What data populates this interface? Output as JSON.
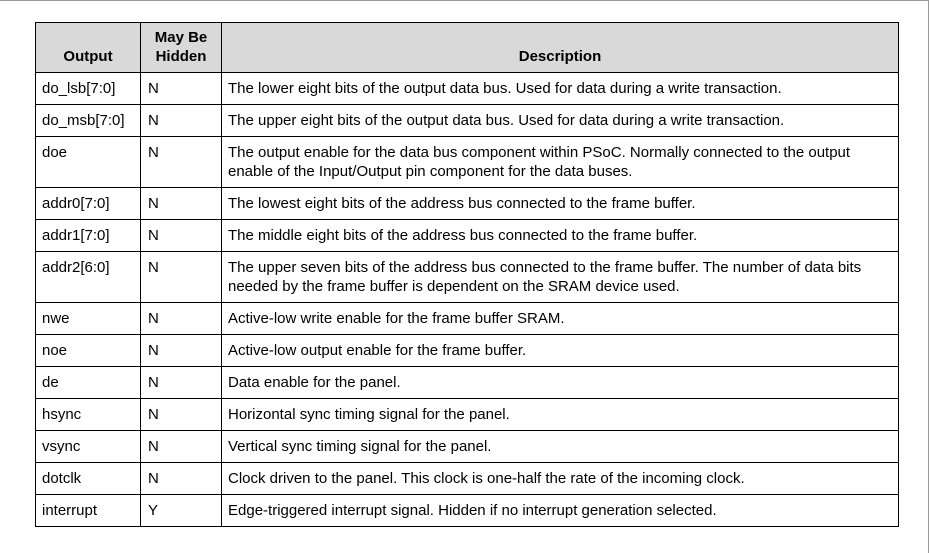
{
  "table": {
    "headers": {
      "output": "Output",
      "hidden_line1": "May Be",
      "hidden_line2": "Hidden",
      "description": "Description"
    },
    "rows": [
      {
        "output": "do_lsb[7:0]",
        "hidden": "N",
        "description": "The lower eight bits of the output data bus. Used for data during a write transaction."
      },
      {
        "output": "do_msb[7:0]",
        "hidden": "N",
        "description": "The upper eight bits of the output data bus. Used for data during a write transaction."
      },
      {
        "output": "doe",
        "hidden": "N",
        "description": "The output enable for the data bus component within PSoC. Normally connected to the output enable of the Input/Output pin component for the data buses."
      },
      {
        "output": "addr0[7:0]",
        "hidden": "N",
        "description": "The lowest eight bits of the address bus connected to the frame buffer."
      },
      {
        "output": "addr1[7:0]",
        "hidden": "N",
        "description": "The middle eight bits of the address bus connected to the frame buffer."
      },
      {
        "output": "addr2[6:0]",
        "hidden": "N",
        "description": "The upper seven bits of the address bus connected to the frame buffer. The number of data bits needed by the frame buffer is dependent on the SRAM device used."
      },
      {
        "output": "nwe",
        "hidden": "N",
        "description": "Active-low write enable for the frame buffer SRAM."
      },
      {
        "output": "noe",
        "hidden": "N",
        "description": "Active-low output enable for the frame buffer."
      },
      {
        "output": "de",
        "hidden": "N",
        "description": "Data enable for the panel."
      },
      {
        "output": "hsync",
        "hidden": "N",
        "description": "Horizontal sync timing signal for the panel."
      },
      {
        "output": "vsync",
        "hidden": "N",
        "description": "Vertical sync timing signal for the panel."
      },
      {
        "output": "dotclk",
        "hidden": "N",
        "description": "Clock driven to the panel. This clock is one-half the rate of the incoming clock."
      },
      {
        "output": "interrupt",
        "hidden": "Y",
        "description": "Edge-triggered interrupt signal. Hidden if no interrupt generation selected."
      }
    ]
  }
}
